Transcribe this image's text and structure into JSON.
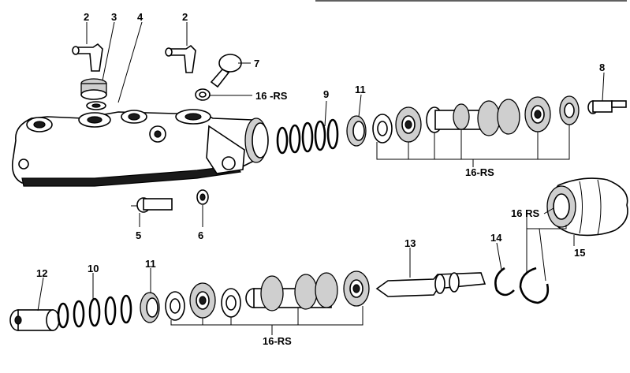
{
  "callouts": {
    "c2a": "2",
    "c3": "3",
    "c4": "4",
    "c2b": "2",
    "c7": "7",
    "c16rs_top": "16 -RS",
    "c9": "9",
    "c11_top": "11",
    "c8": "8",
    "c16rs_mid": "16-RS",
    "c5": "5",
    "c6": "6",
    "c16rs_right": "16 RS",
    "c12": "12",
    "c10": "10",
    "c11_bottom": "11",
    "c13": "13",
    "c14": "14",
    "c15": "15",
    "c16rs_bottom": "16-RS"
  }
}
